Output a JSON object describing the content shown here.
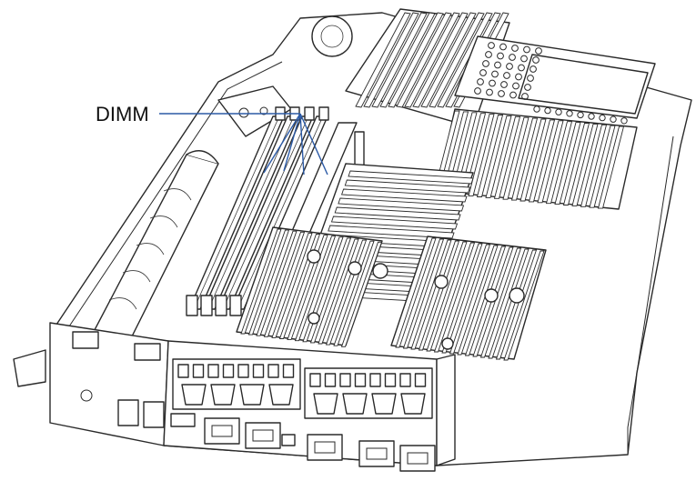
{
  "callout": {
    "label": "DIMM",
    "leader_color": "#2b5aa6",
    "target_count": 4
  },
  "diagram": {
    "subject": "server-compute-sled-isometric",
    "line_color": "#2a2a2a",
    "background": "#ffffff"
  }
}
